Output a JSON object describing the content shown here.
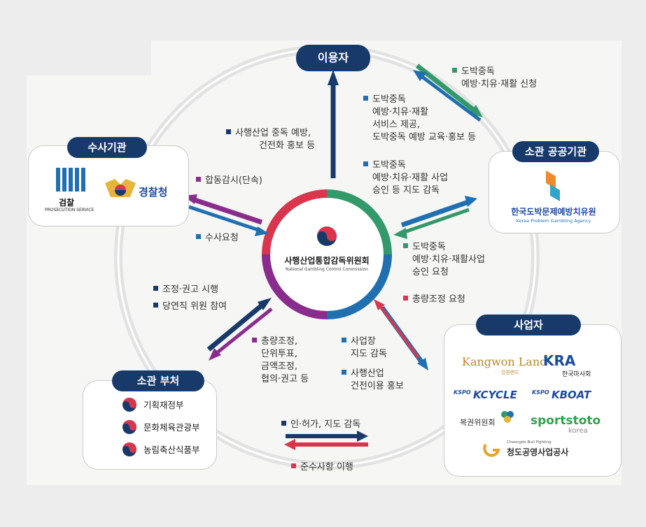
{
  "colors": {
    "navy": "#183a6b",
    "green": "#33996b",
    "purple": "#8a2c8d",
    "blue": "#1f6fb1",
    "red": "#d9364d"
  },
  "center": {
    "name_ko": "사행산업통합감독위원회",
    "name_en": "National Gambling Control Commission"
  },
  "nodes": {
    "user": "이용자",
    "investigation": "수사기관",
    "public_agency": "소관 공공기관",
    "operators": "사업자",
    "ministries": "소관 부처"
  },
  "investigation_logos": {
    "prosecution_ko": "검찰",
    "prosecution_en": "PROSECUTION SERVICE",
    "police": "경찰청"
  },
  "public_agency_logo": {
    "ko": "한국도박문제예방치유원",
    "en": "Korea Problem Gambling Agency"
  },
  "operator_logos": {
    "kangwon_en": "Kangwon Land",
    "kangwon_ko": "강원랜드",
    "kra_en": "KRA",
    "kra_ko": "한국마사회",
    "kcycle_mark": "KSPO",
    "kcycle": "KCYCLE",
    "kboat_mark": "KSPO",
    "kboat": "KBOAT",
    "lottery": "복권위원회",
    "sportstoto": "sportstoto",
    "sportstoto_sub": "korea",
    "cheongdo_en": "Cheongdo Bull Fighting",
    "cheongdo_ko": "청도공영사업공사"
  },
  "ministries": [
    "기획재정부",
    "문화체육관광부",
    "농림축산식품부"
  ],
  "annotations": {
    "user_to_agency": [
      "도박중독",
      "예방·치유·재활 신청"
    ],
    "center_to_user": [
      "사행산업 중독 예방,",
      "건전화 홍보 등"
    ],
    "agency_to_user": [
      "도박중독",
      "예방·치유·재활",
      "서비스 제공,",
      "도박중독 예방 교육·홍보 등"
    ],
    "center_to_agency": [
      "도박중독",
      "예방·치유·재활 사업",
      "승인 등 지도 감독"
    ],
    "agency_to_center": [
      "도박중독",
      "예방·치유·재활사업",
      "승인 요청"
    ],
    "center_to_investigation": [
      "합동감시(단속)"
    ],
    "investigation_to_center": [
      "수사요청"
    ],
    "ministry_to_center_1": [
      "조정·권고 시행"
    ],
    "ministry_to_center_2": [
      "당연직 위원 참여"
    ],
    "center_to_ministry": [
      "총량조정,",
      "단위투표,",
      "금액조정,",
      "협의·권고 등"
    ],
    "operator_to_center": [
      "총량조정 요청"
    ],
    "center_to_operator_1": [
      "사업장",
      "지도 감독"
    ],
    "center_to_operator_2": [
      "사행산업",
      "건전이용 홍보"
    ],
    "ministry_to_operator": [
      "인·허가, 지도 감독"
    ],
    "operator_to_ministry": [
      "준수사항 이행"
    ]
  }
}
